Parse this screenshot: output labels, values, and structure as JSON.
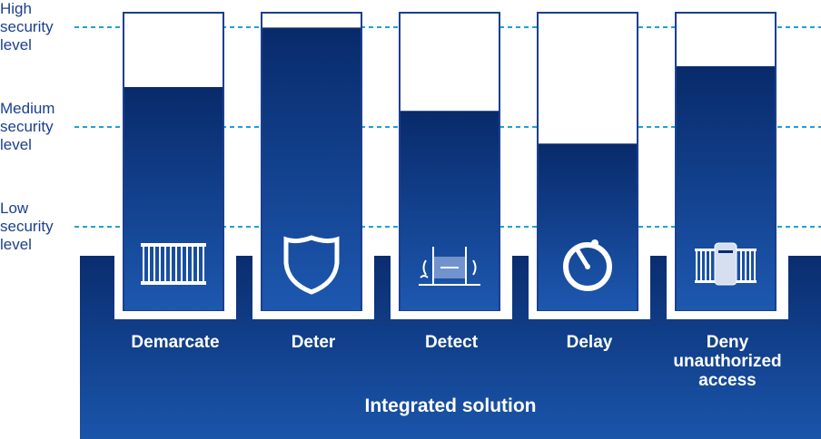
{
  "levels": {
    "high": "High\nsecurity\nlevel",
    "medium": "Medium\nsecurity\nlevel",
    "low": "Low\nsecurity\nlevel"
  },
  "pillars": [
    {
      "label": "Demarcate",
      "icon": "fence-icon",
      "fill_fraction": 0.75
    },
    {
      "label": "Deter",
      "icon": "shield-icon",
      "fill_fraction": 0.95
    },
    {
      "label": "Detect",
      "icon": "detection-sensor-icon",
      "fill_fraction": 0.67
    },
    {
      "label": "Delay",
      "icon": "timer-icon",
      "fill_fraction": 0.56
    },
    {
      "label": "Deny\nunauthorized\naccess",
      "icon": "turnstile-gate-icon",
      "fill_fraction": 0.82
    }
  ],
  "solution": "Integrated solution",
  "colors": {
    "navy": "#082a6a",
    "blue": "#1a52a8",
    "outline": "#1b3f8f",
    "dashed_line": "#1ea2d6",
    "level_text": "#1b3f8f"
  }
}
